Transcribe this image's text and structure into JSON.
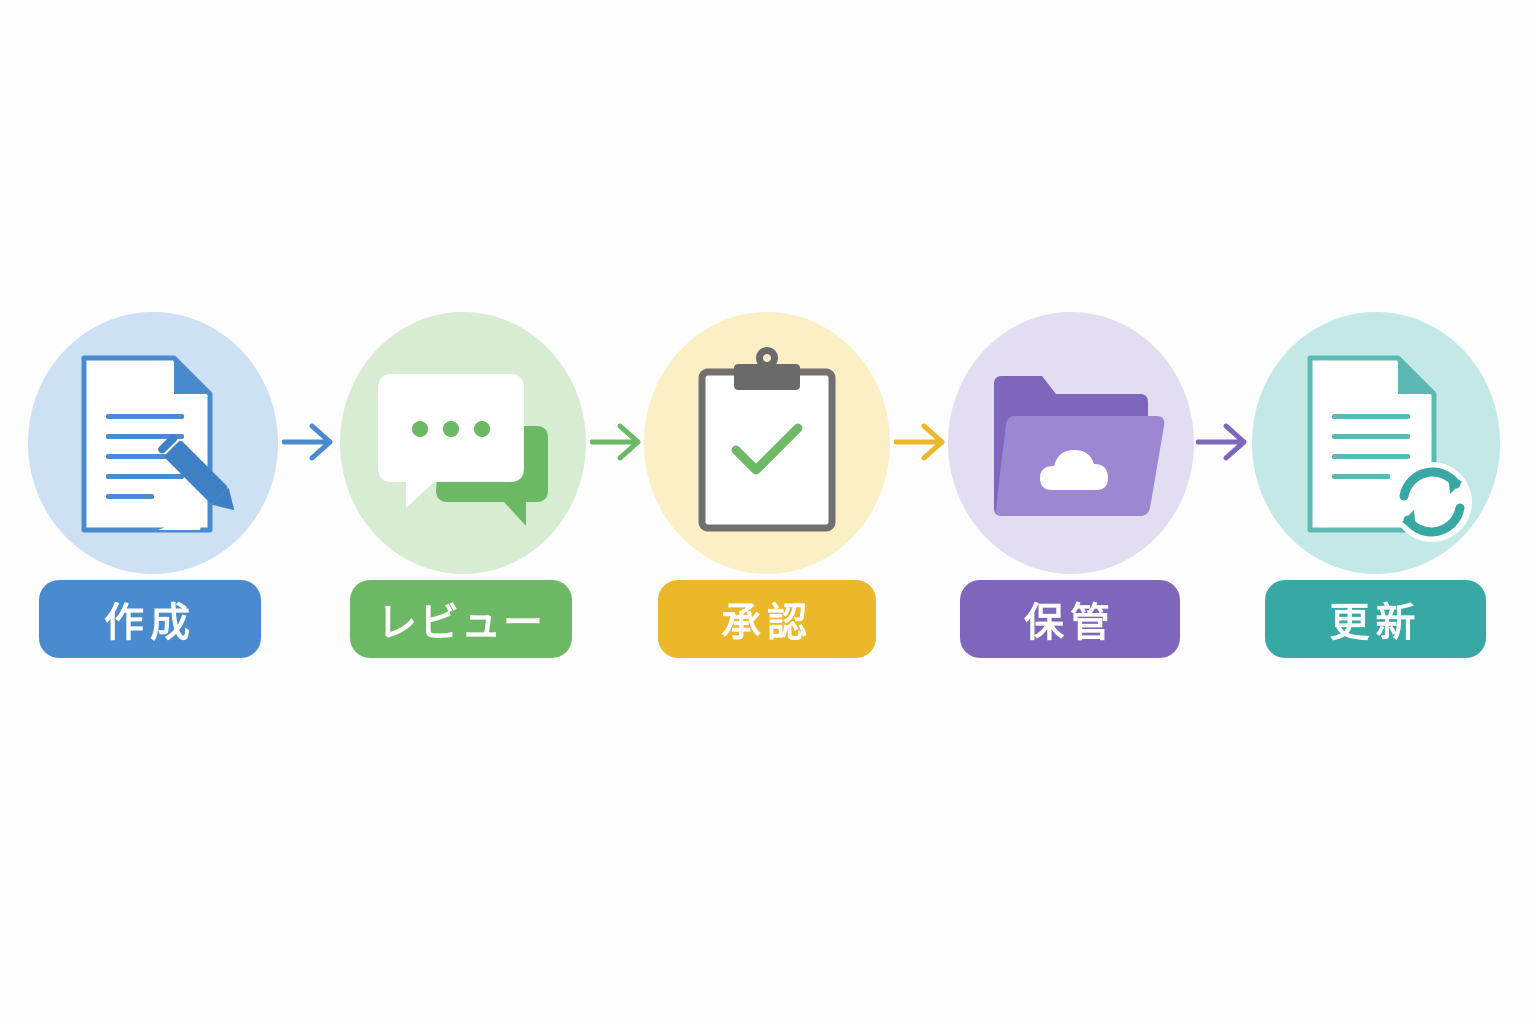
{
  "steps": [
    {
      "label": "作成",
      "icon": "document-edit-icon",
      "color": "#4a8bd0",
      "bg": "#cde0f4"
    },
    {
      "label": "レビュー",
      "icon": "chat-bubbles-icon",
      "color": "#6cb865",
      "bg": "#d8ecd3"
    },
    {
      "label": "承認",
      "icon": "clipboard-check-icon",
      "color": "#ebb82a",
      "bg": "#fbefc6"
    },
    {
      "label": "保管",
      "icon": "cloud-folder-icon",
      "color": "#7d66bb",
      "bg": "#e3ddf2"
    },
    {
      "label": "更新",
      "icon": "document-sync-icon",
      "color": "#38a8a4",
      "bg": "#c4e8e6"
    }
  ],
  "arrows": [
    {
      "icon": "arrow-right-icon",
      "color": "#4a8bd0"
    },
    {
      "icon": "arrow-right-icon",
      "color": "#6cb865"
    },
    {
      "icon": "arrow-right-icon",
      "color": "#ebb82a"
    },
    {
      "icon": "arrow-right-icon",
      "color": "#7d66bb"
    }
  ]
}
